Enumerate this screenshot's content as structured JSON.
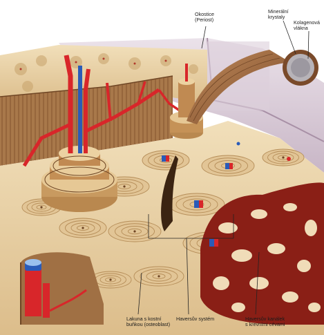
{
  "labels": {
    "periost": {
      "line1": "Okostice",
      "line2": "(Periost)"
    },
    "crystals": {
      "line1": "Minerální",
      "line2": "krystaly"
    },
    "collagen": {
      "line1": "Kolagenová",
      "line2": "vlákna"
    },
    "lacuna": {
      "line1": "Lakuna s kostní",
      "line2": "buňkou (osteoblast)"
    },
    "haversian_system": {
      "line1": "Haversův systém"
    },
    "haversian_canal": {
      "line1": "Haversův kanálek",
      "line2": "s krevními cévami"
    }
  },
  "colors": {
    "bone_surface": "#e9d2a8",
    "bone_shadow": "#c9a772",
    "periosteum": "#d8c8d6",
    "spongy_bone": "#8a1f16",
    "vessel_red": "#d8262a",
    "vessel_blue": "#2a5bb8",
    "cortex_side": "#a7794a"
  }
}
